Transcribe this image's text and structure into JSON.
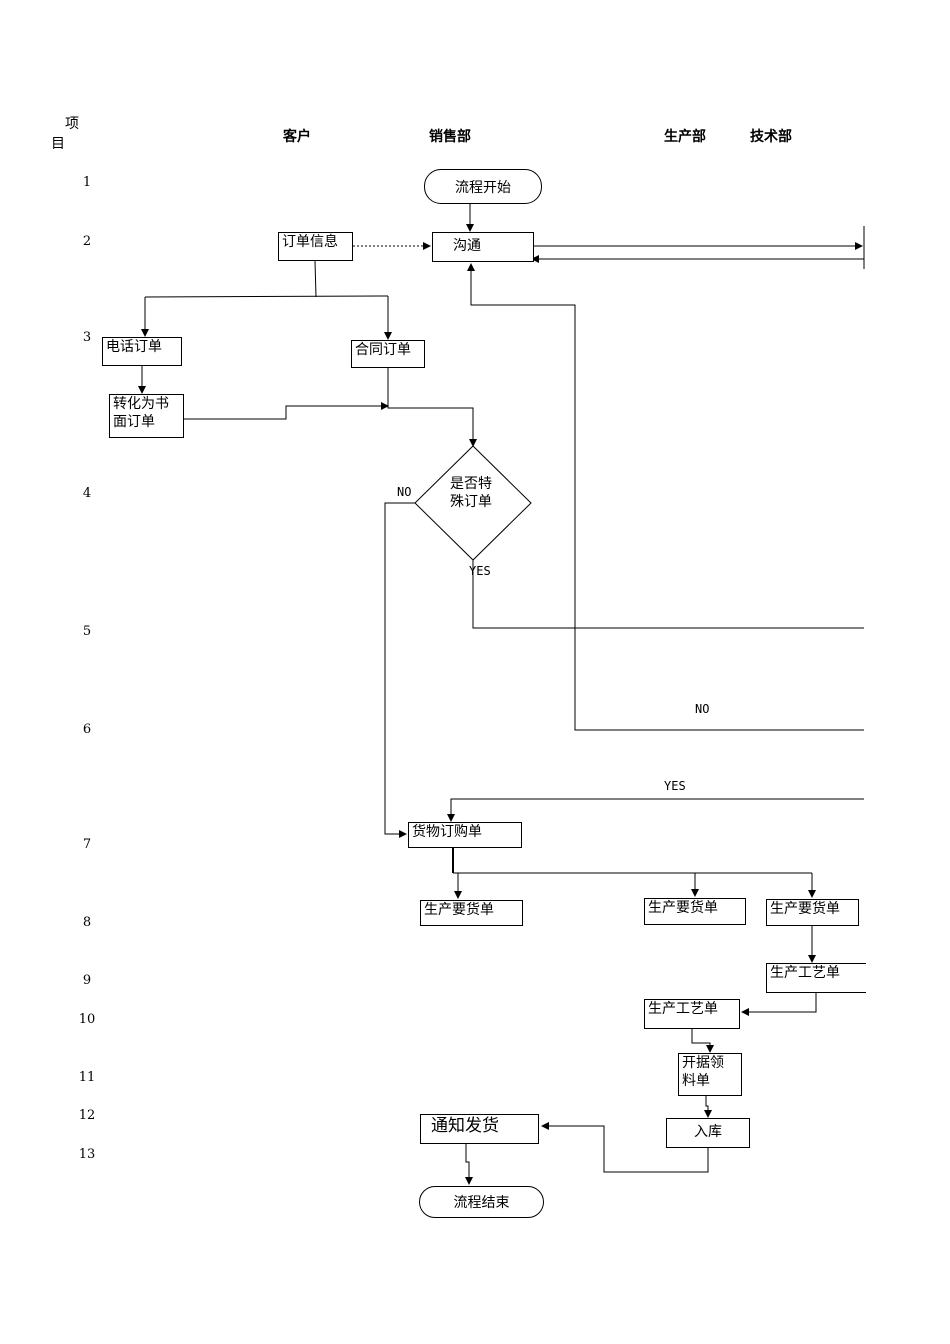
{
  "columns": {
    "item": "项目",
    "item_line1": "项",
    "item_line2": "目",
    "customer": "客户",
    "sales": "销售部",
    "production": "生产部",
    "tech": "技术部"
  },
  "rows": [
    "1",
    "2",
    "3",
    "4",
    "5",
    "6",
    "7",
    "8",
    "9",
    "10",
    "11",
    "12",
    "13"
  ],
  "nodes": {
    "start": "流程开始",
    "order_info": "订单信息",
    "communicate": "沟通",
    "phone_order": "电话订单",
    "contract_order": "合同订单",
    "convert_written_l1": "转化为书",
    "convert_written_l2": "面订单",
    "special_l1": "是否特",
    "special_l2": "殊订单",
    "goods_po": "货物订购单",
    "req_a": "生产要货单",
    "req_b": "生产要货单",
    "req_c": "生产要货单",
    "process_sheet_tech": "生产工艺单",
    "process_sheet_prod": "生产工艺单",
    "pick_l1": "开据领",
    "pick_l2": "料单",
    "stock_in": "入库",
    "notify_ship": "通知发货",
    "end": "流程结束"
  },
  "labels": {
    "no_special": "NO",
    "yes_special": "YES",
    "no_return": "NO",
    "yes_return": "YES"
  }
}
